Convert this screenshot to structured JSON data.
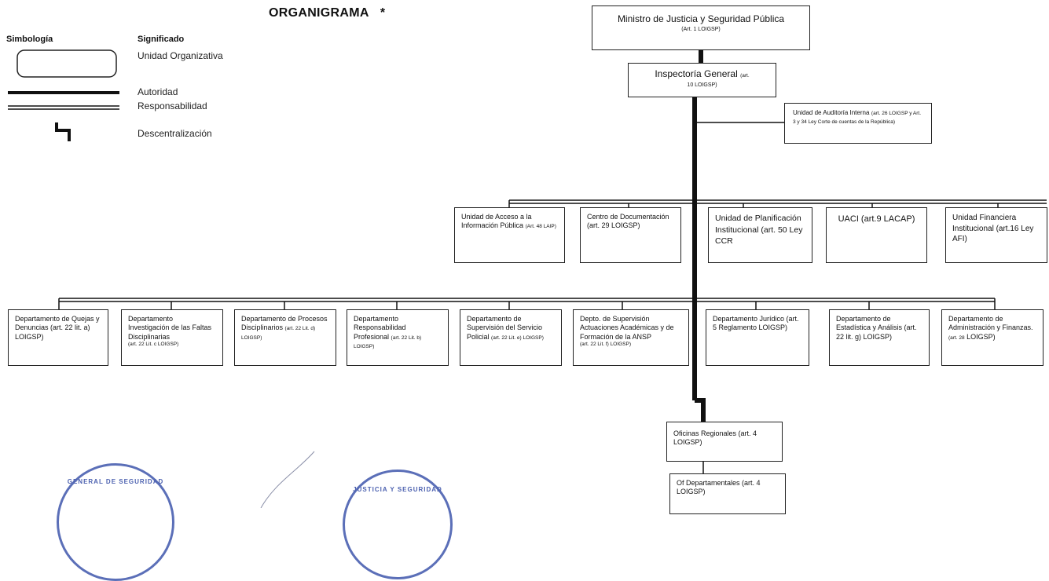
{
  "title": "ORGANIGRAMA",
  "title_mark": "*",
  "legend": {
    "col1_header": "Simbología",
    "col2_header": "Significado",
    "items": [
      "Unidad Organizativa",
      "Autoridad",
      "Responsabilidad",
      "Descentralización"
    ]
  },
  "nodes": {
    "ministerio": {
      "main": "Ministro de Justicia y Seguridad Pública",
      "cite": "(Art. 1 LOIGSP)"
    },
    "inspectoria": {
      "main": "Inspectoría General",
      "cite_inline": "(art.",
      "cite": "10 LOIGSP)"
    },
    "auditoria": {
      "main": "Unidad de Auditoría Interna",
      "cite": "(art. 26 LOIGSP y Art. 3 y 34 Ley Corte de cuentas de la República)"
    },
    "acceso": {
      "main": "Unidad de Acceso a la Información Pública",
      "cite": "(Art. 48 LAIP)"
    },
    "documentacion": {
      "main": "Centro de Documentación",
      "cite": "(art. 29 LOIGSP)"
    },
    "planificacion": {
      "main": "Unidad de Planificación Institucional (art. 50 Ley CCR"
    },
    "uaci": {
      "main": "UACI (art.9 LACAP)"
    },
    "financiera": {
      "main": "Unidad Financiera Institucional (art.16 Ley AFI)"
    },
    "quejas": {
      "main": "Departamento de Quejas y Denuncias (art. 22 lit. a) LOIGSP)"
    },
    "investigacion": {
      "main": "Departamento Investigación de las Faltas Disciplinarias",
      "cite": "(art. 22 Lit. c LOIGSP)"
    },
    "procesos": {
      "main": "Departamento de Procesos Disciplinarios",
      "cite": "(art. 22 Lit. d) LOIGSP)"
    },
    "responsabilidad": {
      "main": "Departamento Responsabilidad Profesional",
      "cite": "(art. 22 Lit. b) LOIGSP)"
    },
    "supervision": {
      "main": "Departamento de Supervisión del Servicio Policial",
      "cite": "(art. 22 Lit. e) LOIGSP)"
    },
    "academicas": {
      "main": "Depto. de Supervisión Actuaciones Académicas y de Formación de la ANSP",
      "cite": "(art. 22 Lit. f) LOIGSP)"
    },
    "juridico": {
      "main": "Departamento Jurídico (art. 5 Reglamento LOIGSP)"
    },
    "estadistica": {
      "main": "Departamento de Estadística y Análisis (art. 22 lit. g) LOIGSP)"
    },
    "administracion": {
      "main": "Departamento de Administración y Finanzas.",
      "cite": "(art. 28",
      "tail": "LOIGSP)"
    },
    "regionales": {
      "main": "Oficinas Regionales (art. 4 LOIGSP)"
    },
    "departamentales": {
      "main": "Of Departamentales (art. 4 LOIGSP)"
    }
  },
  "seals": {
    "left": "GENERAL DE SEGURIDAD",
    "right": "JUSTICIA Y SEGURIDAD"
  },
  "colors": {
    "line": "#111111",
    "seal": "#4d62b0"
  }
}
